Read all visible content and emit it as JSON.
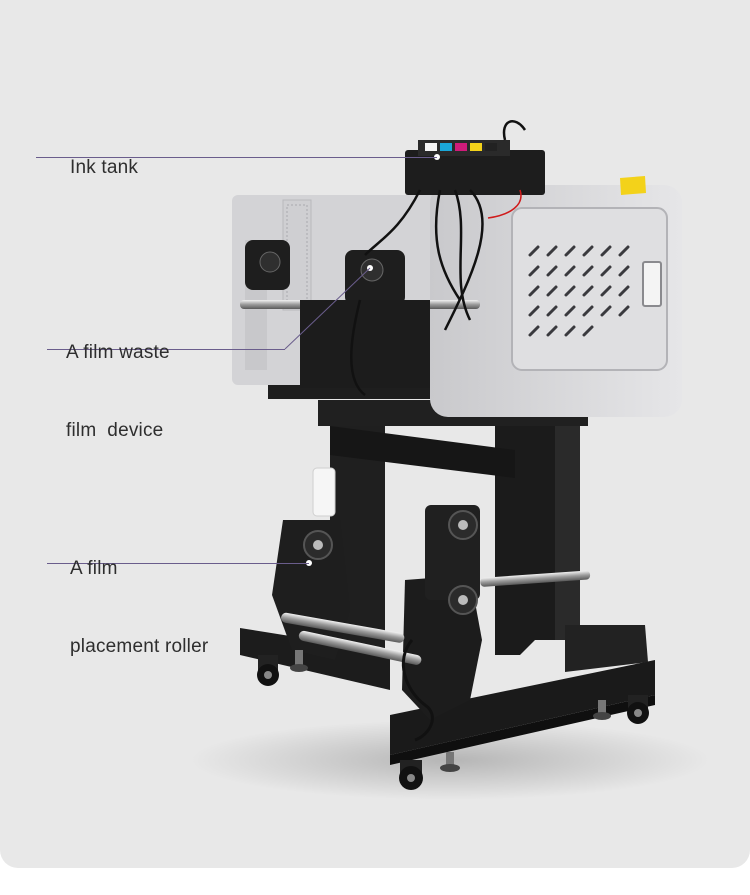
{
  "callouts": {
    "ink_tank": {
      "lines": [
        "Ink tank"
      ]
    },
    "waste_film": {
      "lines": [
        "A film waste",
        "film  device"
      ]
    },
    "placement_roller": {
      "lines": [
        "A film",
        "placement roller"
      ]
    }
  },
  "colors": {
    "background": "#e8e8e8",
    "leader_line": "#6a5d8c",
    "machine_panel": "#dcdcde",
    "machine_frame": "#1c1c1c",
    "ink_cyan": "#1aa7d8",
    "ink_magenta": "#d01b7a",
    "ink_yellow": "#f3d21a",
    "ink_black": "#222222",
    "ink_white": "#f4f4f4",
    "warning_label": "#f3d21a"
  },
  "icons": [
    "leader-dot-icon",
    "roller-knob-icon",
    "caster-wheel-icon"
  ]
}
